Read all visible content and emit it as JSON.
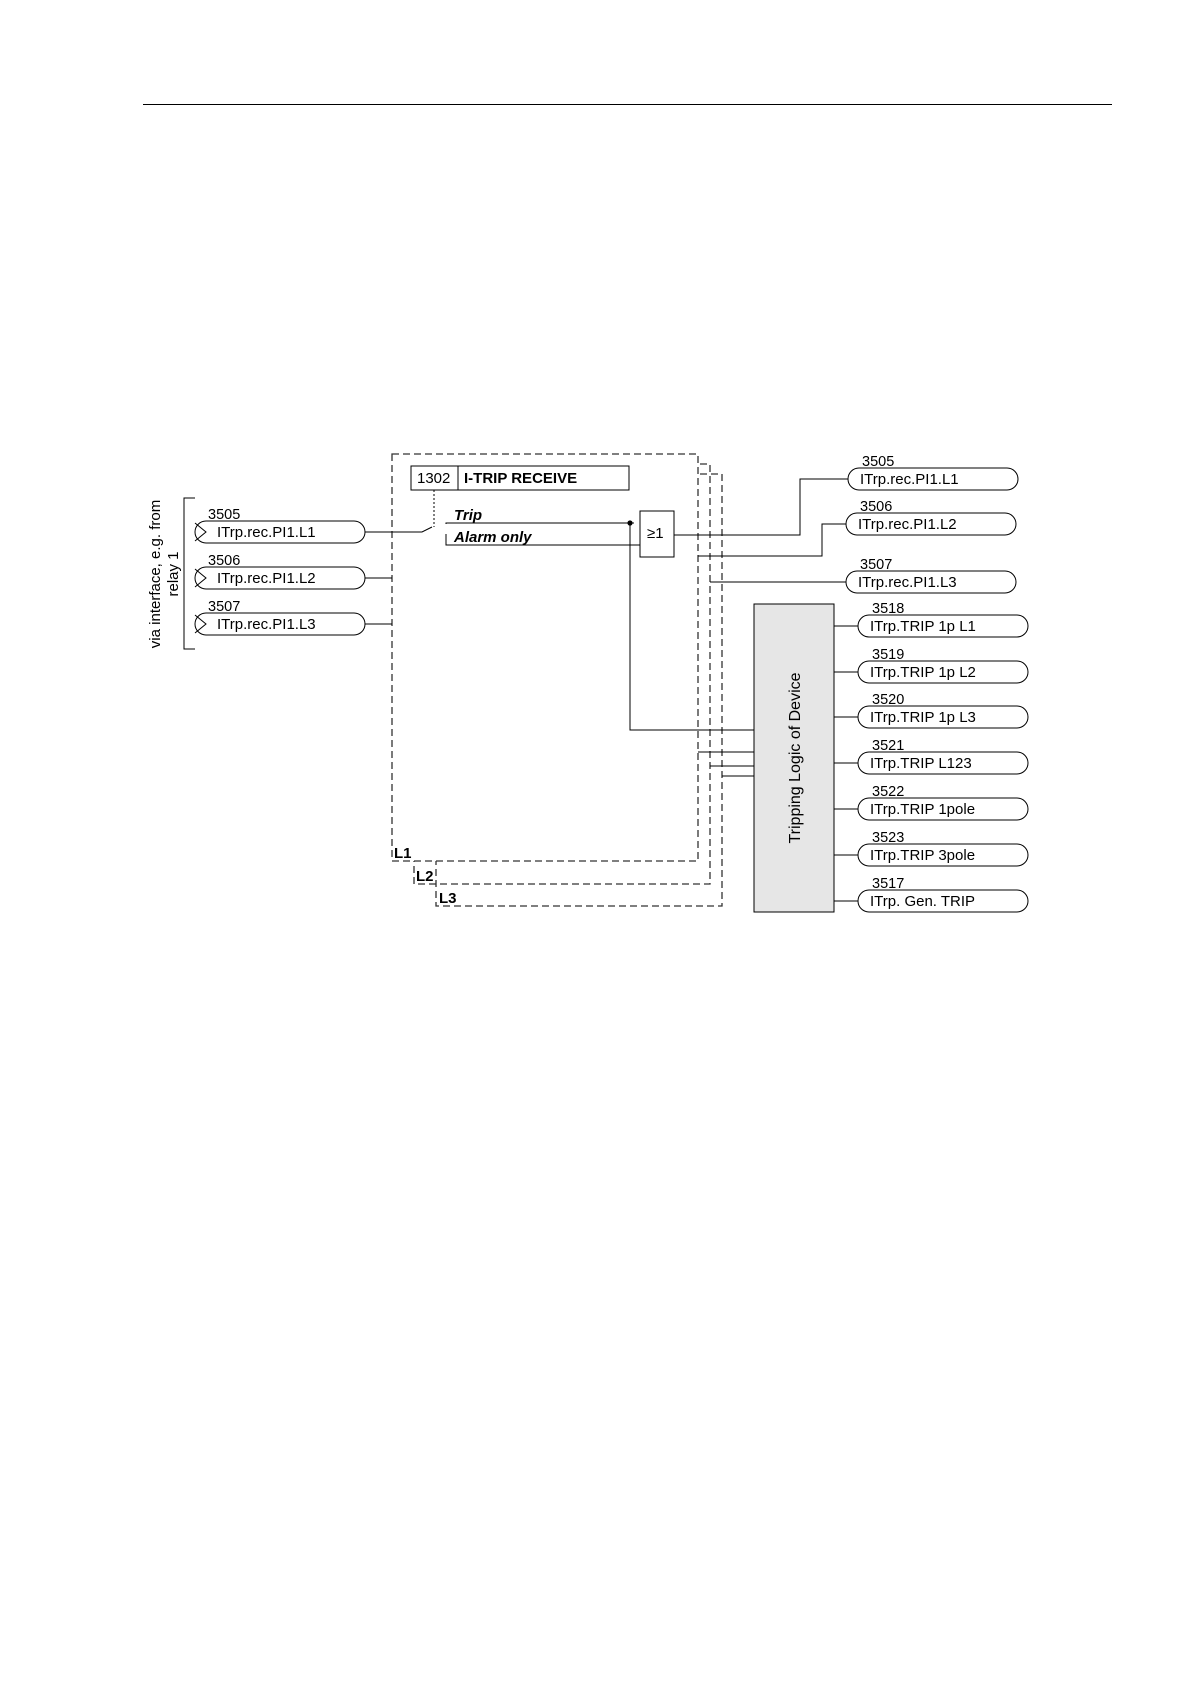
{
  "inputs_group_label": [
    "via interface, e.g. from",
    "relay 1"
  ],
  "inputs": [
    {
      "number": "3505",
      "label": "ITrp.rec.PI1.L1"
    },
    {
      "number": "3506",
      "label": "ITrp.rec.PI1.L2"
    },
    {
      "number": "3507",
      "label": "ITrp.rec.PI1.L3"
    }
  ],
  "parameter": {
    "address": "1302",
    "name": "I-TRIP RECEIVE",
    "option_trip": "Trip",
    "option_alarm": "Alarm only"
  },
  "or_gate_label": "≥1",
  "phase_layers": [
    "L1",
    "L2",
    "L3"
  ],
  "phase_outputs": [
    {
      "number": "3505",
      "label": "ITrp.rec.PI1.L1"
    },
    {
      "number": "3506",
      "label": "ITrp.rec.PI1.L2"
    },
    {
      "number": "3507",
      "label": "ITrp.rec.PI1.L3"
    }
  ],
  "tripping_logic_label": "Tripping Logic of Device",
  "trip_outputs": [
    {
      "number": "3518",
      "label": "ITrp.TRIP 1p L1"
    },
    {
      "number": "3519",
      "label": "ITrp.TRIP 1p L2"
    },
    {
      "number": "3520",
      "label": "ITrp.TRIP 1p L3"
    },
    {
      "number": "3521",
      "label": "ITrp.TRIP L123"
    },
    {
      "number": "3522",
      "label": "ITrp.TRIP 1pole"
    },
    {
      "number": "3523",
      "label": "ITrp.TRIP 3pole"
    },
    {
      "number": "3517",
      "label": "ITrp. Gen. TRIP"
    }
  ],
  "colors": {
    "logic_block_fill": "#e6e6e6",
    "line": "#000000"
  }
}
